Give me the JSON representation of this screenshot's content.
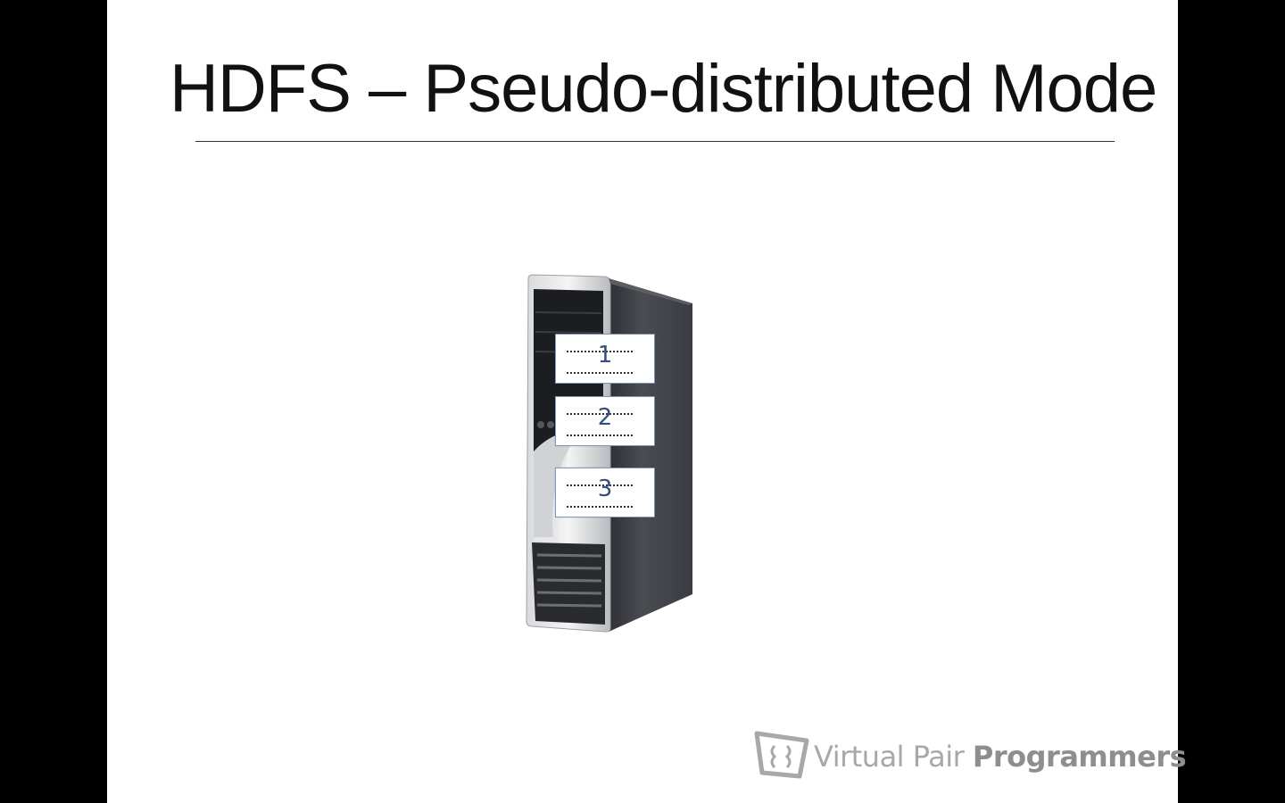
{
  "slide": {
    "title": "HDFS – Pseudo-distributed Mode",
    "diagram": {
      "image": "server-tower-icon",
      "blocks": [
        {
          "label": "1"
        },
        {
          "label": "2"
        },
        {
          "label": "3"
        }
      ]
    },
    "branding": {
      "logo": "vpp-logo-icon",
      "name_light": "Virtual Pair",
      "name_bold": "Programmers"
    }
  }
}
